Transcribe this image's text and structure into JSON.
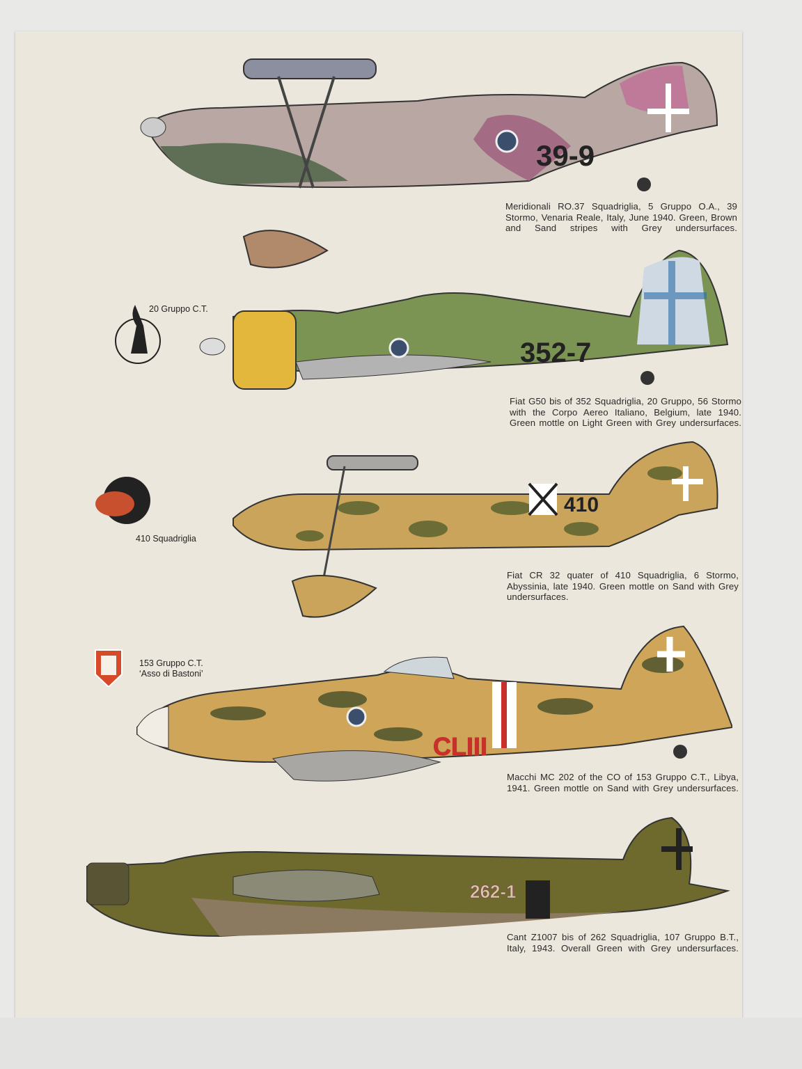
{
  "aircraft": [
    {
      "caption": "Meridionali RO.37 Squadriglia, 5 Gruppo O.A., 39 Stormo, Venaria Reale, Italy, June 1940. Green, Brown and Sand stripes with Grey undersurfaces.",
      "marking": "39-9"
    },
    {
      "caption": "Fiat G50 bis of 352 Squadriglia, 20 Gruppo, 56 Stormo with the Corpo Aereo Italiano, Belgium, late 1940. Green mottle on Light Green with Grey undersurfaces.",
      "marking": "352-7",
      "insignia_label": "20 Gruppo C.T."
    },
    {
      "caption": "Fiat CR 32 quater of 410 Squadriglia, 6 Stormo, Abyssinia, late 1940. Green mottle on Sand with Grey undersurfaces.",
      "marking": "410",
      "insignia_label": "410 Squadriglia"
    },
    {
      "caption": "Macchi MC 202 of the CO of 153 Gruppo C.T., Libya, 1941. Green mottle on Sand with Grey undersurfaces.",
      "marking": "CLIII",
      "insignia_label": "153 Gruppo C.T.",
      "insignia_sublabel": "‘Asso di Bastoni’"
    },
    {
      "caption": "Cant Z1007 bis of 262 Squadriglia, 107 Gruppo B.T., Italy, 1943. Overall Green with Grey undersurfaces.",
      "marking": "262-1"
    }
  ],
  "colors": {
    "page": "#ece7dc",
    "green": "#6b7d3a",
    "sand": "#c9a45a",
    "grey": "#a9a7a3",
    "olive": "#6e6a2e"
  }
}
